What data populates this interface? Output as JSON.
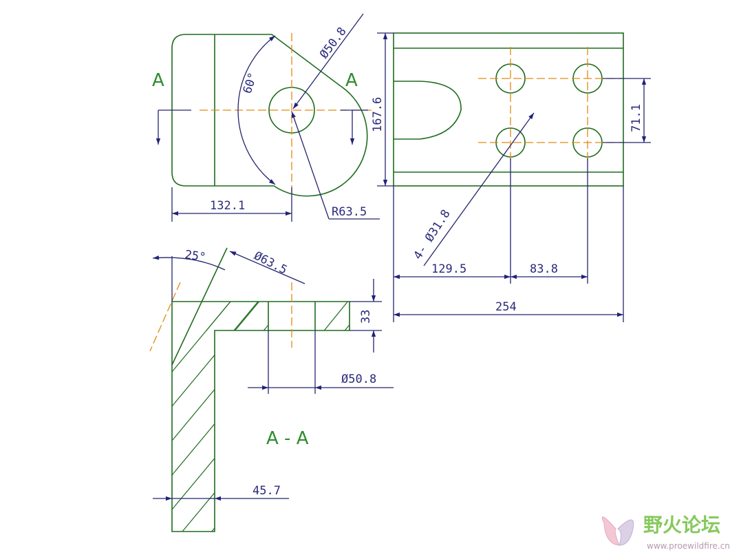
{
  "drawing": {
    "dimensions": {
      "diameter_50_8_top": "Ø50.8",
      "angle_60": "60°",
      "width_132_1": "132.1",
      "radius_63_5": "R63.5",
      "height_167_6": "167.6",
      "spacing_71_1": "71.1",
      "holes_4x_31_8": "4- Ø31.8",
      "dist_129_5": "129.5",
      "dist_83_8": "83.8",
      "length_254": "254",
      "angle_25": "25°",
      "diameter_63_5": "Ø63.5",
      "thickness_33": "33",
      "diameter_50_8_section": "Ø50.8",
      "thickness_45_7": "45.7"
    },
    "labels": {
      "section_mark_left": "A",
      "section_mark_right": "A",
      "section_title": "A - A"
    },
    "watermark": {
      "title": "野火论坛",
      "url": "www.proewildfire.cn"
    }
  },
  "colors": {
    "object_line": "#1e6b1e",
    "dimension_line": "#24246e",
    "center_line": "#e08a10",
    "label": "#2e8b2e"
  }
}
